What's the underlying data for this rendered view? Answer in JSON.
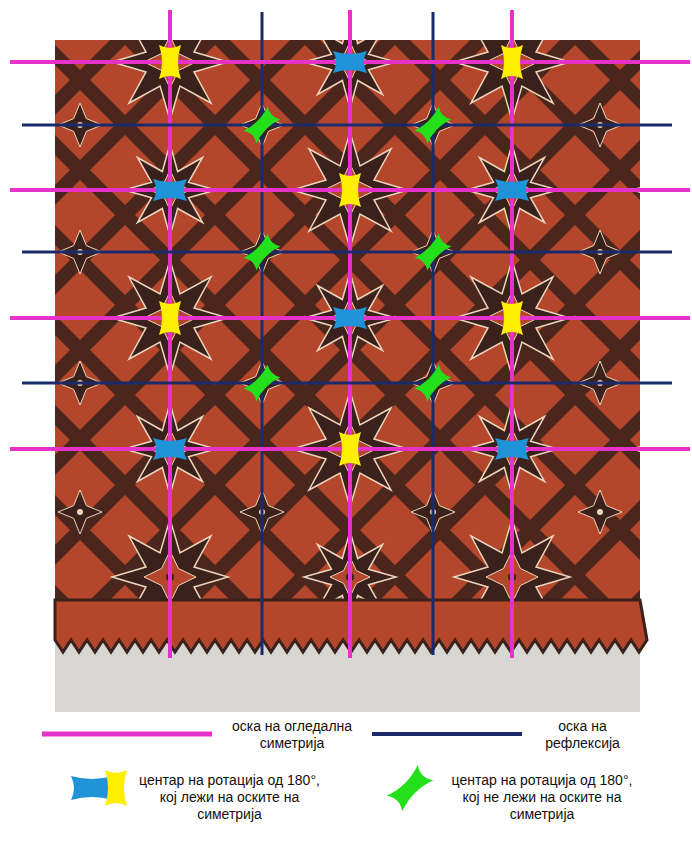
{
  "diagram": {
    "legend": [
      {
        "text": "оска на огледална симетрија"
      },
      {
        "text": "оска на рефлексија"
      },
      {
        "text": "центар на ротација од 180°, кој лежи на оските на симетрија"
      },
      {
        "text": "центар на ротација од 180°, кој не лежи на оските на симетрија"
      }
    ]
  }
}
